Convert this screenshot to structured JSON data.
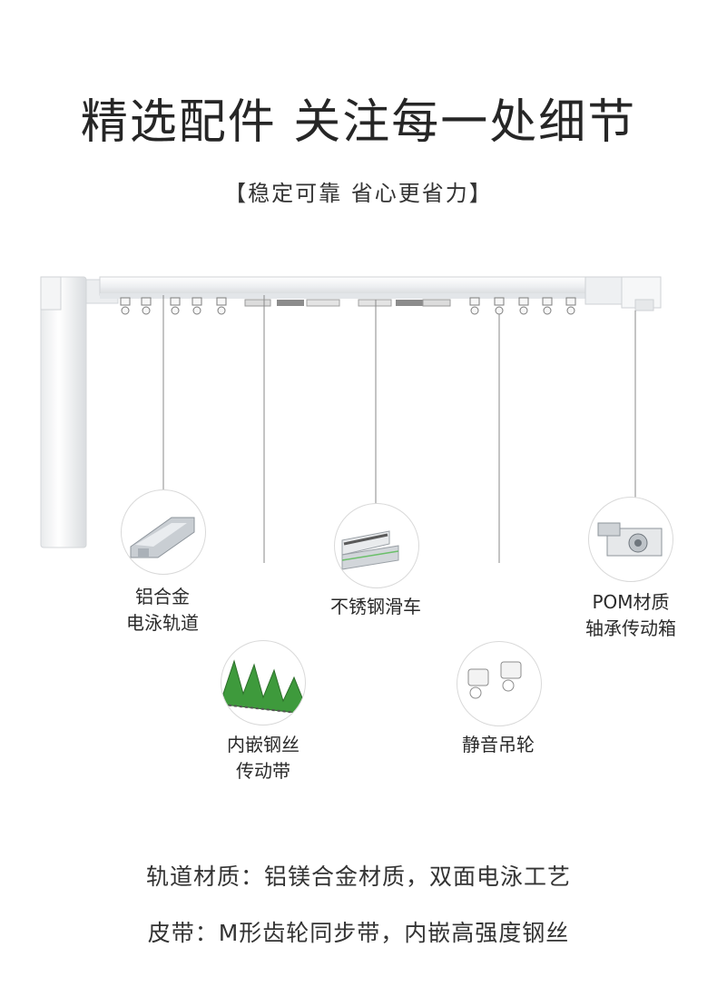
{
  "header": {
    "title": "精选配件 关注每一处细节",
    "subtitle": "【稳定可靠 省心更省力】"
  },
  "callouts": {
    "rail": {
      "line1": "铝合金",
      "line2": "电泳轨道"
    },
    "belt": {
      "line1": "内嵌钢丝",
      "line2": "传动带"
    },
    "pulley": {
      "line1": "不锈钢滑车"
    },
    "hook": {
      "line1": "静音吊轮"
    },
    "gearbox": {
      "line1": "POM材质",
      "line2": "轴承传动箱"
    }
  },
  "specs": {
    "rail_material": "轨道材质：铝镁合金材质，双面电泳工艺",
    "belt": "皮带：M形齿轮同步带，内嵌高强度钢丝"
  },
  "colors": {
    "rail": "#f2f4f6",
    "belt_green": "#3e9a3c",
    "leader": "#8a8a8a"
  }
}
